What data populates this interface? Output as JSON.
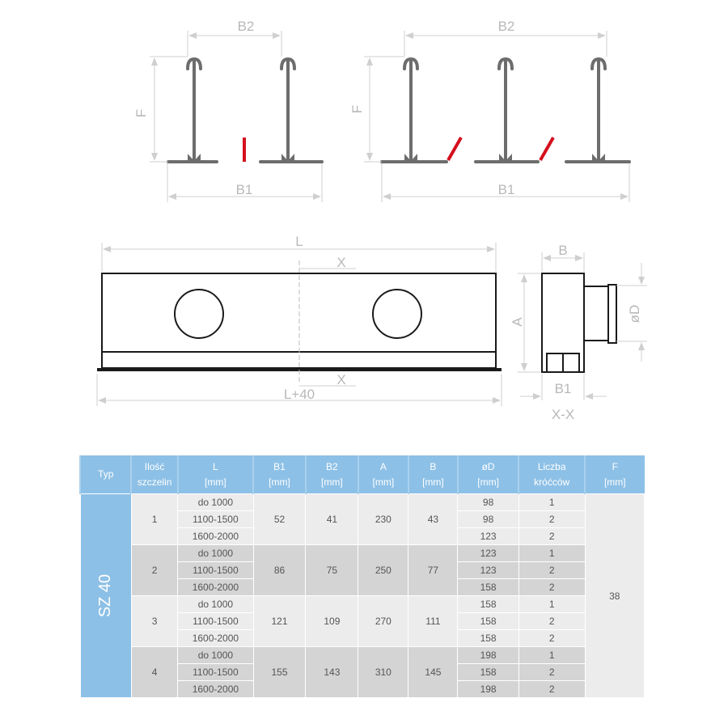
{
  "drawings": {
    "top_left": {
      "b2": "B2",
      "b1": "B1",
      "f": "F"
    },
    "top_right": {
      "b2": "B2",
      "b1": "B1",
      "f": "F"
    },
    "front": {
      "l": "L",
      "l40": "L+40",
      "x_top": "X",
      "x_bottom": "X"
    },
    "section": {
      "b": "B",
      "a": "A",
      "d": "øD",
      "b1": "B1",
      "title": "X-X"
    }
  },
  "colors": {
    "header": "#8dc0e6",
    "accent_red": "#d4101e"
  },
  "table": {
    "headers": [
      [
        "Typ"
      ],
      [
        "Ilość",
        "szczelin"
      ],
      [
        "L",
        "[mm]"
      ],
      [
        "B1",
        "[mm]"
      ],
      [
        "B2",
        "[mm]"
      ],
      [
        "A",
        "[mm]"
      ],
      [
        "B",
        "[mm]"
      ],
      [
        "øD",
        "[mm]"
      ],
      [
        "Liczba",
        "króćców"
      ],
      [
        "F",
        "[mm]"
      ]
    ],
    "type": "SZ 40",
    "F": "38",
    "groups": [
      {
        "n": "1",
        "B1": "52",
        "B2": "41",
        "A": "230",
        "B": "43",
        "rows": [
          {
            "L": "do 1000",
            "D": "98",
            "k": "1"
          },
          {
            "L": "1100-1500",
            "D": "98",
            "k": "2"
          },
          {
            "L": "1600-2000",
            "D": "123",
            "k": "2"
          }
        ]
      },
      {
        "n": "2",
        "B1": "86",
        "B2": "75",
        "A": "250",
        "B": "77",
        "rows": [
          {
            "L": "do 1000",
            "D": "123",
            "k": "1"
          },
          {
            "L": "1100-1500",
            "D": "123",
            "k": "2"
          },
          {
            "L": "1600-2000",
            "D": "158",
            "k": "2"
          }
        ]
      },
      {
        "n": "3",
        "B1": "121",
        "B2": "109",
        "A": "270",
        "B": "111",
        "rows": [
          {
            "L": "do 1000",
            "D": "158",
            "k": "1"
          },
          {
            "L": "1100-1500",
            "D": "158",
            "k": "2"
          },
          {
            "L": "1600-2000",
            "D": "158",
            "k": "2"
          }
        ]
      },
      {
        "n": "4",
        "B1": "155",
        "B2": "143",
        "A": "310",
        "B": "145",
        "rows": [
          {
            "L": "do 1000",
            "D": "198",
            "k": "1"
          },
          {
            "L": "1100-1500",
            "D": "158",
            "k": "2"
          },
          {
            "L": "1600-2000",
            "D": "198",
            "k": "2"
          }
        ]
      }
    ]
  }
}
